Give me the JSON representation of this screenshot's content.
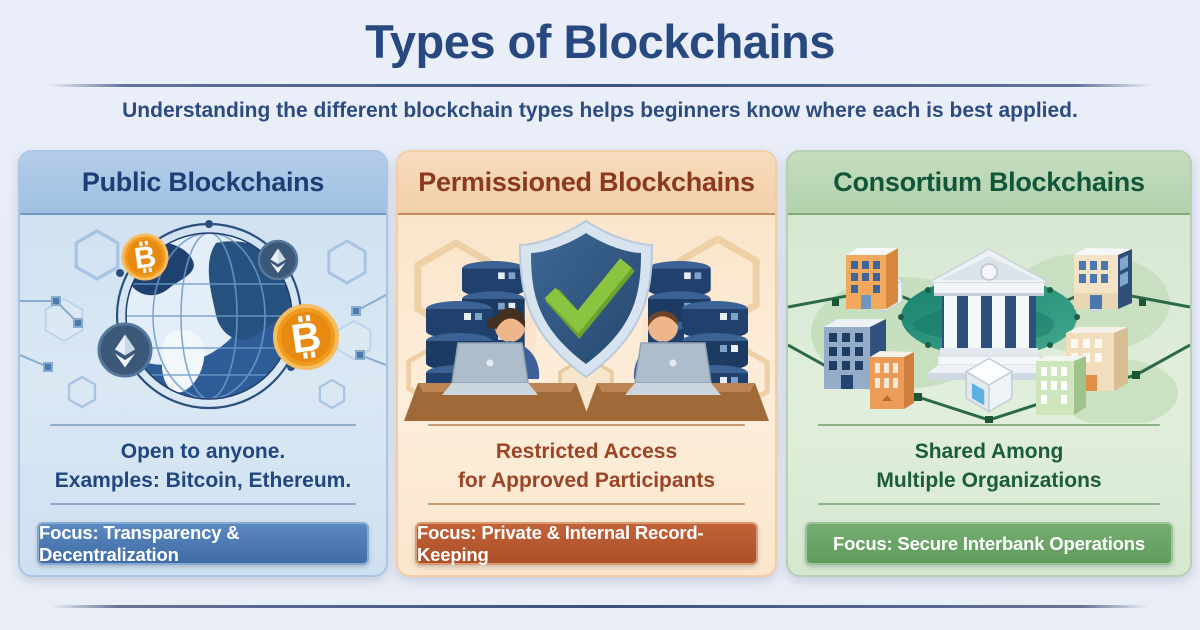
{
  "page": {
    "title": "Types of Blockchains",
    "subtitle": "Understanding the different blockchain types helps beginners know where each is best applied.",
    "background_color": "#e9edf7",
    "title_color": "#27497f",
    "divider_color": "#3e5580"
  },
  "cards": [
    {
      "id": "public",
      "title": "Public Blockchains",
      "description_line1": "Open to anyone.",
      "description_line2": "Examples: Bitcoin, Ethereum.",
      "focus_label": "Focus: Transparency & Decentralization",
      "colors": {
        "card_background": "#d6e4f2",
        "header_background": "#a9c6e4",
        "title_text": "#1d3e75",
        "description_text": "#20477f",
        "banner_background": "#4a77b4",
        "banner_text": "#ffffff",
        "bitcoin_orange": "#ef9a1d",
        "ethereum_navy": "#3b5878",
        "globe_blue": "#2d5c97"
      },
      "icons": [
        "globe-icon",
        "bitcoin-coin-icon",
        "ethereum-coin-icon",
        "hexagon-pattern-icon",
        "network-nodes-icon"
      ]
    },
    {
      "id": "permissioned",
      "title": "Permissioned Blockchains",
      "description_line1": "Restricted Access",
      "description_line2": "for Approved Participants",
      "focus_label": "Focus: Private & Internal Record-Keeping",
      "colors": {
        "card_background": "#fbe8d1",
        "header_background": "#f5d6b4",
        "title_text": "#8c3a1e",
        "description_text": "#9c4526",
        "banner_background": "#b5552e",
        "banner_text": "#ffffff",
        "shield_blue": "#2e5380",
        "check_green": "#8bc540",
        "server_navy": "#20416d"
      },
      "icons": [
        "shield-check-icon",
        "server-stack-icon",
        "person-laptop-icon",
        "hexagon-pattern-icon"
      ]
    },
    {
      "id": "consortium",
      "title": "Consortium Blockchains",
      "description_line1": "Shared Among",
      "description_line2": "Multiple Organizations",
      "focus_label": "Focus: Secure Interbank Operations",
      "colors": {
        "card_background": "#d9e9d4",
        "header_background": "#bcd8b6",
        "title_text": "#11563a",
        "description_text": "#1a5c3c",
        "banner_background": "#6aa566",
        "banner_text": "#ffffff",
        "network_green": "#2b6a49",
        "hub_teal": "#1d8a7c",
        "bank_white": "#f2f5f8"
      },
      "icons": [
        "bank-building-icon",
        "office-building-icon",
        "block-cube-icon",
        "network-links-icon"
      ]
    }
  ]
}
